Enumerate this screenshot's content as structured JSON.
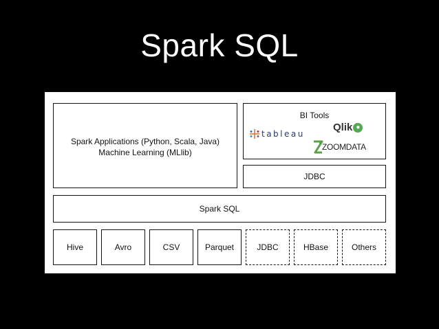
{
  "slide": {
    "title": "Spark SQL"
  },
  "diagram": {
    "applications": {
      "line1": "Spark Applications (Python, Scala, Java)",
      "line2": "Machine Learning (MLlib)"
    },
    "bi_tools": {
      "label": "BI Tools",
      "tableau_logo": "tableau",
      "qlik_logo": "Qlik",
      "zoomdata_logo": "ZOOMDATA"
    },
    "jdbc_layer": "JDBC",
    "spark_sql_layer": "Spark SQL",
    "sources": [
      {
        "label": "Hive",
        "style": "solid"
      },
      {
        "label": "Avro",
        "style": "solid"
      },
      {
        "label": "CSV",
        "style": "solid"
      },
      {
        "label": "Parquet",
        "style": "solid"
      },
      {
        "label": "JDBC",
        "style": "dashed"
      },
      {
        "label": "HBase",
        "style": "dashed"
      },
      {
        "label": "Others",
        "style": "dashed"
      }
    ],
    "colors": {
      "background": "#000000",
      "panel": "#ffffff",
      "border": "#111111",
      "tableau": "#2b3a67",
      "qlik": "#52a94f",
      "zoomdata": "#5aa046"
    }
  }
}
